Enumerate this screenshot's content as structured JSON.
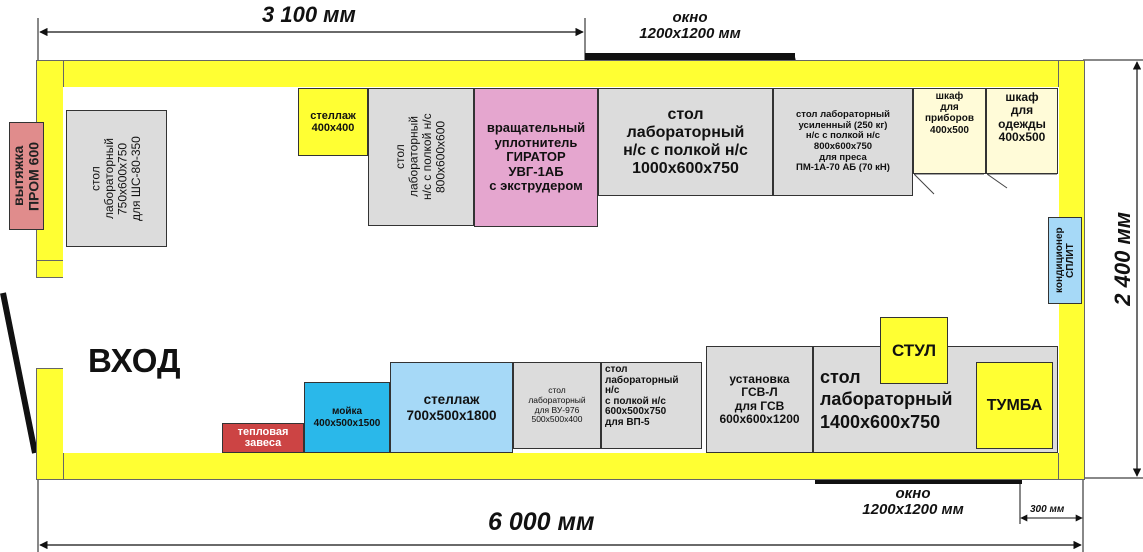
{
  "colors": {
    "wall": "#ffff33",
    "gray": "#dcdcdc",
    "pink": "#e5a6cf",
    "lightblue": "#a6d9f7",
    "cyan": "#2ab8ea",
    "red": "#cc4444",
    "rose": "#e08c8c",
    "yellow": "#ffff33",
    "cream": "#fffbd8"
  },
  "dimensions": {
    "top_width": "3 100 мм",
    "bottom_width": "6 000 мм",
    "right_height": "2 400 мм",
    "offset": "300 мм"
  },
  "windows": {
    "top": "окно\n1200х1200 мм",
    "bottom": "окно\n1200х1200 мм"
  },
  "labels": {
    "entrance": "ВХОД",
    "hood": "вытяжка\nПРОМ 600",
    "ac": "кондиционер\nСПЛИТ"
  },
  "items": {
    "table_left": "стол\nлабораторный\n750х600х750\nдля ШС-80-350",
    "rack_small": "стеллаж\n400х400",
    "table_shelf_small": "стол\nлабораторный\nн/с с полкой н/с\n800х600х600",
    "gyrator": "вращательный\nуплотнитель\nГИРАТОР\nУВГ-1АБ\nс экструдером",
    "table_big": "стол\nлабораторный\nн/с с полкой н/с\n1000х600х750",
    "table_reinforced": "стол лабораторный\nусиленный (250 кг)\nн/с с полкой н/с\n800х600х750\nдля преса\nПМ-1А-70 АБ (70 кН)",
    "cabinet_devices": "шкаф\nдля\nприборов\n400х500",
    "cabinet_clothes": "шкаф\nдля\nодежды\n400х500",
    "heat_curtain": "тепловая\nзавеса",
    "sink": "мойка\n400х500х1500",
    "rack_big": "стеллаж\n700х500х1800",
    "table_vu": "стол\nлабораторный\nдля ВУ-976\n500х500х400",
    "table_vp": "стол\nлабораторный\nн/с\nс полкой н/с\n600х500х750\nдля ВП-5",
    "gsv": "установка\nГСВ-Л\nдля ГСВ\n600х600х1200",
    "table_1400": "стол\nлабораторный\n1400х600х750",
    "chair": "СТУЛ",
    "nightstand": "ТУМБА"
  }
}
